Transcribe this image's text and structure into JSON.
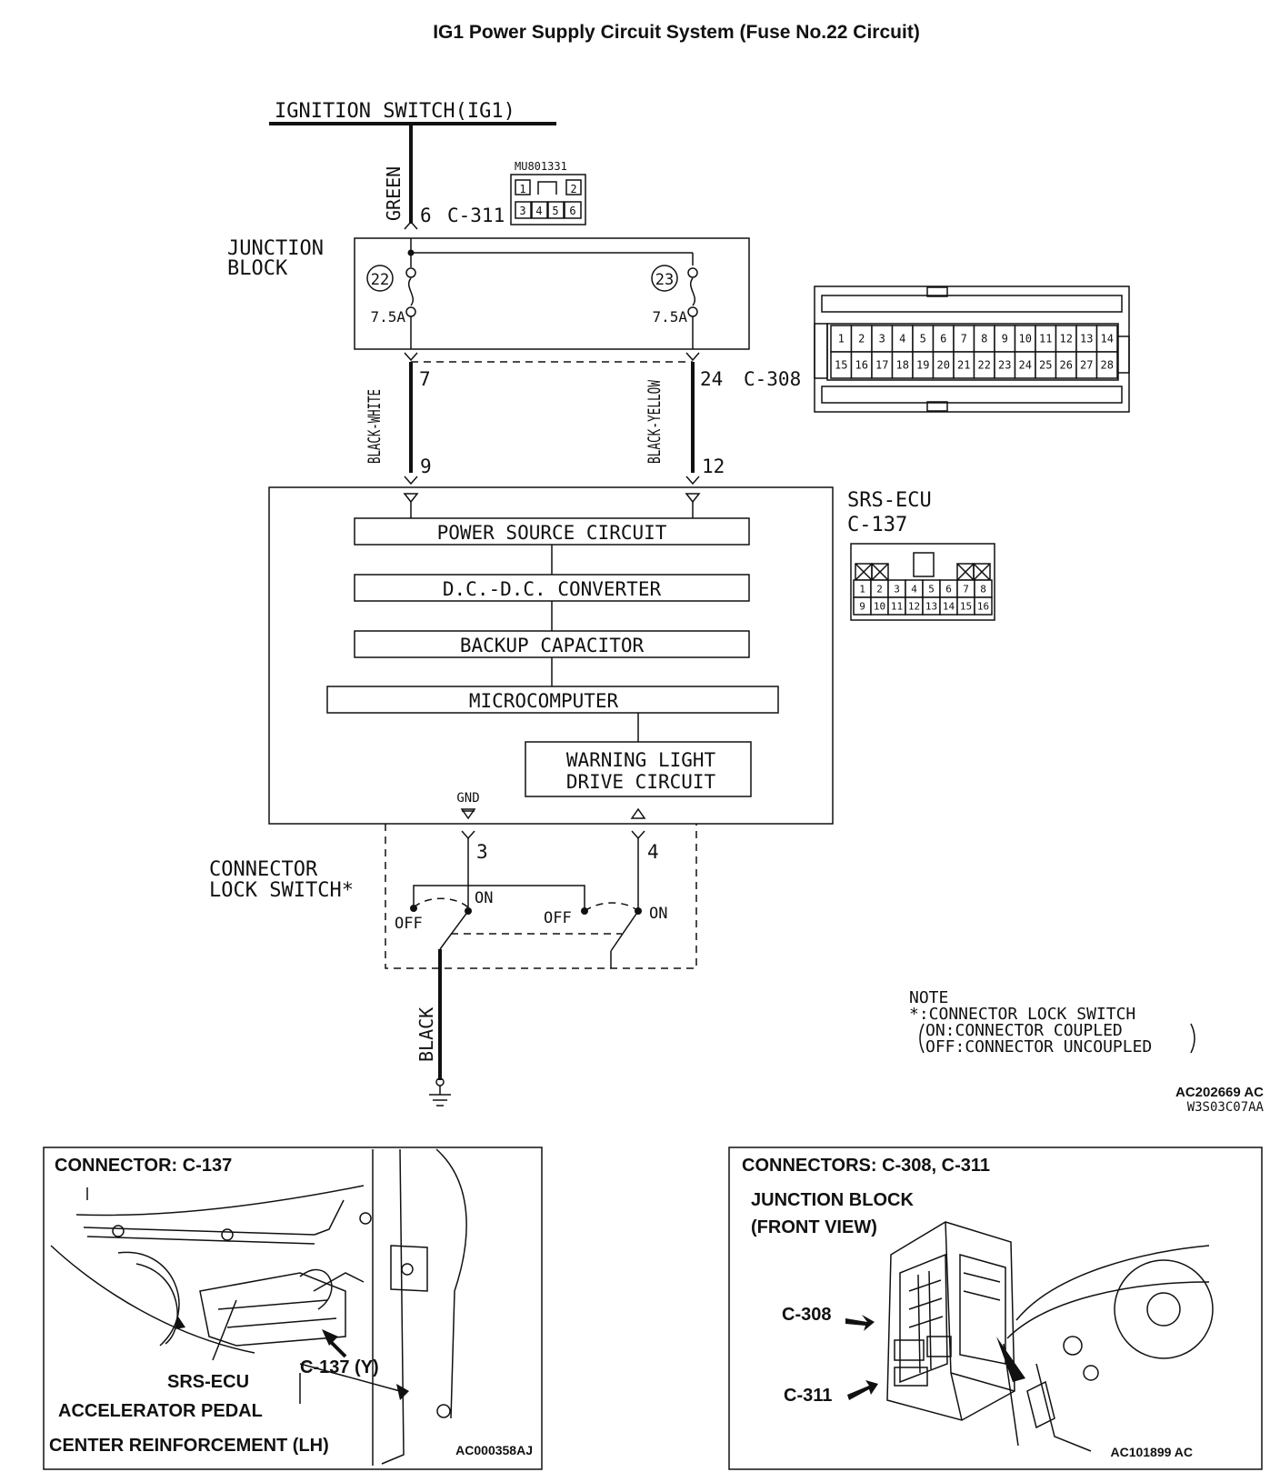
{
  "title": "IG1 Power Supply Circuit System (Fuse No.22 Circuit)",
  "ignition_switch": "IGNITION SWITCH(IG1)",
  "wires": {
    "green": "GREEN",
    "black_white": "BLACK-WHITE",
    "black_yellow": "BLACK-YELLOW",
    "black": "BLACK"
  },
  "junction_block": {
    "label_line1": "JUNCTION",
    "label_line2": "BLOCK",
    "fuse_a_num": "22",
    "fuse_b_num": "23",
    "fuse_a_rating": "7.5A",
    "fuse_b_rating": "7.5A"
  },
  "connector_c311": {
    "pin": "6",
    "name": "C-311",
    "part": "MU801331",
    "cells": [
      "1",
      "2",
      "3",
      "4",
      "5",
      "6"
    ]
  },
  "connector_c308": {
    "pin_left": "7",
    "pin_right": "24",
    "name": "C-308",
    "row1": [
      "1",
      "2",
      "3",
      "4",
      "5",
      "6",
      "7",
      "8",
      "9",
      "10",
      "11",
      "12",
      "13",
      "14"
    ],
    "row2": [
      "15",
      "16",
      "17",
      "18",
      "19",
      "20",
      "21",
      "22",
      "23",
      "24",
      "25",
      "26",
      "27",
      "28"
    ]
  },
  "ecu": {
    "pin_a": "9",
    "pin_b": "12",
    "label": "SRS-ECU",
    "connector": "C-137",
    "blocks": [
      "POWER SOURCE CIRCUIT",
      "D.C.-D.C. CONVERTER",
      "BACKUP CAPACITOR",
      "MICROCOMPUTER"
    ],
    "warning_line1": "WARNING LIGHT",
    "warning_line2": "DRIVE CIRCUIT",
    "gnd": "GND",
    "pin_gnd": "3",
    "pin_warn": "4",
    "row1": [
      "1",
      "2",
      "3",
      "4",
      "5",
      "6",
      "7",
      "8"
    ],
    "row2": [
      "9",
      "10",
      "11",
      "12",
      "13",
      "14",
      "15",
      "16"
    ]
  },
  "lock_switch": {
    "label_line1": "CONNECTOR",
    "label_line2": "LOCK SWITCH*",
    "on": "ON",
    "off": "OFF"
  },
  "note": {
    "title": "NOTE",
    "line1": "*:CONNECTOR LOCK SWITCH",
    "line2": "ON:CONNECTOR COUPLED",
    "line3": "OFF:CONNECTOR UNCOUPLED"
  },
  "codes": {
    "main": "AC202669 AC",
    "sub": "W3S03C07AA"
  },
  "panel_left": {
    "title": "CONNECTOR: C-137",
    "callout_connector": "C-137 (Y)",
    "callout_ecu": "SRS-ECU",
    "callout_pedal": "ACCELERATOR PEDAL",
    "callout_reinf": "CENTER REINFORCEMENT (LH)",
    "code": "AC000358AJ"
  },
  "panel_right": {
    "title": "CONNECTORS: C-308, C-311",
    "subtitle_line1": "JUNCTION BLOCK",
    "subtitle_line2": "(FRONT VIEW)",
    "callout_c308": "C-308",
    "callout_c311": "C-311",
    "code": "AC101899 AC"
  }
}
